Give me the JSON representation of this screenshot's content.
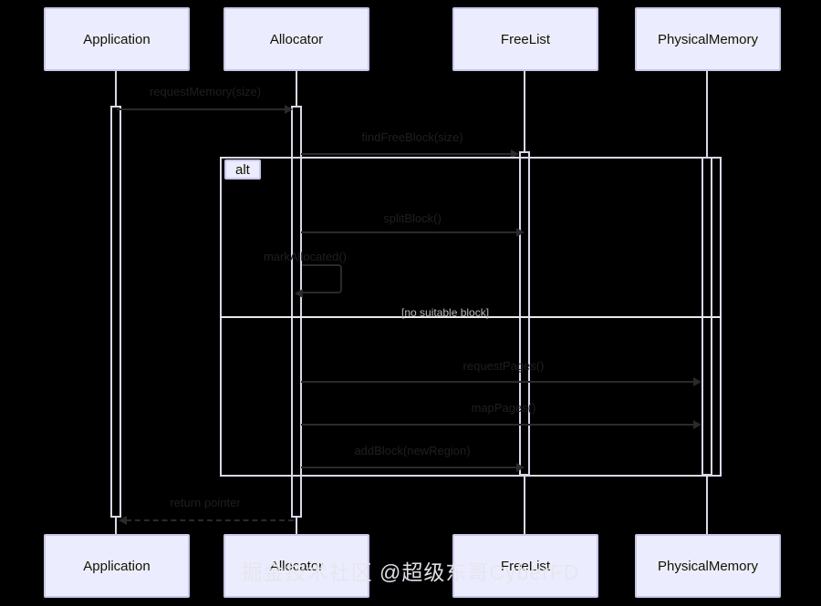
{
  "diagram": {
    "type": "sequence-diagram",
    "background_color": "#000000",
    "participant_fill": "#ECECFF",
    "participant_border": "#C7C7E8",
    "lifeline_color": "#D8D8E8",
    "message_color": "#2a2a2a",
    "participants": [
      {
        "id": "application",
        "label": "Application"
      },
      {
        "id": "allocator",
        "label": "Allocator"
      },
      {
        "id": "freelist",
        "label": "FreeList"
      },
      {
        "id": "physicalmemory",
        "label": "PhysicalMemory"
      }
    ],
    "fragment": {
      "kind": "alt",
      "tab_label": "alt",
      "else_label": "[no suitable block]"
    },
    "messages": [
      {
        "id": "m1",
        "from": "application",
        "to": "allocator",
        "label": "requestMemory(size)",
        "kind": "solid"
      },
      {
        "id": "m2",
        "from": "allocator",
        "to": "freelist",
        "label": "findFreeBlock(size)",
        "kind": "solid"
      },
      {
        "id": "m3",
        "from": "allocator",
        "to": "freelist",
        "label": "splitBlock()",
        "kind": "solid"
      },
      {
        "id": "m4",
        "from": "allocator",
        "to": "allocator",
        "label": "markAllocated()",
        "kind": "self"
      },
      {
        "id": "m5",
        "from": "allocator",
        "to": "physicalmemory",
        "label": "requestPages()",
        "kind": "solid"
      },
      {
        "id": "m6",
        "from": "allocator",
        "to": "physicalmemory",
        "label": "mapPages()",
        "kind": "solid"
      },
      {
        "id": "m7",
        "from": "allocator",
        "to": "freelist",
        "label": "addBlock(newRegion)",
        "kind": "solid"
      },
      {
        "id": "m8",
        "from": "allocator",
        "to": "application",
        "label": "return pointer",
        "kind": "dashed"
      }
    ],
    "watermark": "掘金技术社区 @超级东哥CyberFD"
  }
}
